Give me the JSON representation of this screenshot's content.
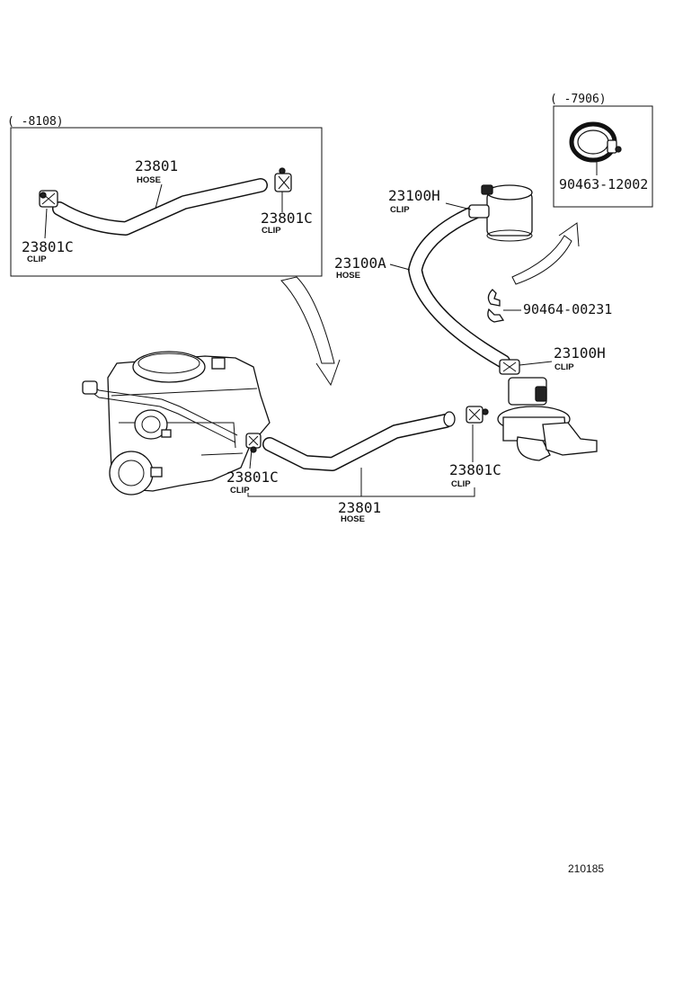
{
  "inset_left": {
    "range_text": "(      -8108)",
    "hose": {
      "part": "23801",
      "name": "HOSE"
    },
    "clip_right": {
      "part": "23801C",
      "name": "CLIP"
    },
    "clip_left": {
      "part": "23801C",
      "name": "CLIP"
    }
  },
  "inset_right": {
    "range_text": "(      -7906)",
    "band_clip": {
      "part": "90463-12002"
    }
  },
  "main": {
    "filter_clip": {
      "part": "23100H",
      "name": "CLIP"
    },
    "fuel_hose": {
      "part": "23100A",
      "name": "HOSE"
    },
    "clamp": {
      "part": "90464-00231"
    },
    "pump_clip": {
      "part": "23100H",
      "name": "CLIP"
    },
    "hose_clip_right": {
      "part": "23801C",
      "name": "CLIP"
    },
    "hose_clip_left": {
      "part": "23801C",
      "name": "CLIP"
    },
    "return_hose": {
      "part": "23801",
      "name": "HOSE"
    }
  },
  "ref_number": "210185"
}
